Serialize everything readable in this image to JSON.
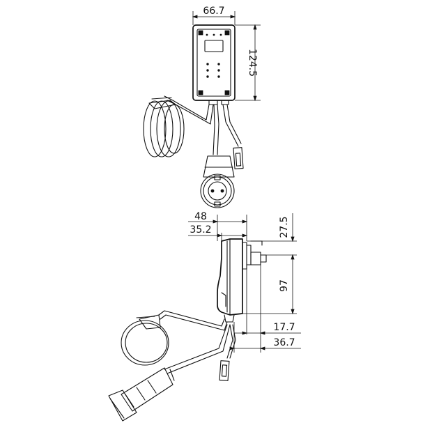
{
  "drawing": {
    "front_view": {
      "width_label": "66.7",
      "height_label": "124.5"
    },
    "side_view": {
      "top_label_outer": "48",
      "top_label_inner": "35.2",
      "right_label_top": "27.5",
      "right_label_height": "97",
      "bottom_label_inner": "17.7",
      "bottom_label_outer": "36.7"
    },
    "colors": {
      "line": "#111111",
      "background": "#ffffff"
    }
  }
}
